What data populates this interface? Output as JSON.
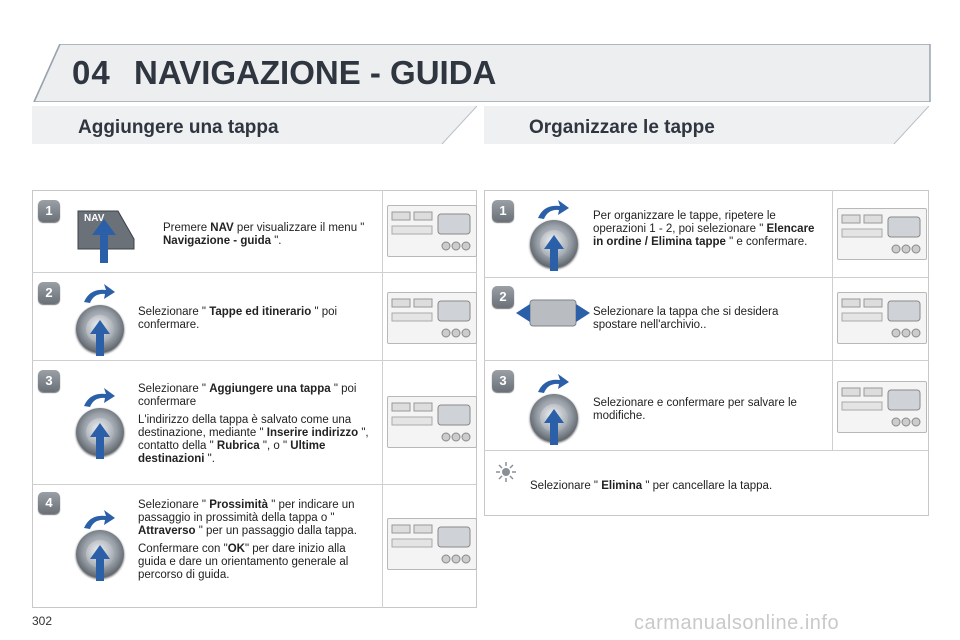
{
  "header": {
    "chapter_number": "04",
    "chapter_title": "NAVIGAZIONE - GUIDA"
  },
  "left": {
    "title": "Aggiungere una tappa",
    "steps": [
      {
        "number": "1",
        "button_label": "NAV",
        "text_html": "Premere <b>NAV</b> per visualizzare il menu \" <b>Navigazione - guida</b> \"."
      },
      {
        "number": "2",
        "text_html": "Selezionare \" <b>Tappe ed itinerario</b> \" poi confermare."
      },
      {
        "number": "3",
        "text_html": "<p>Selezionare \" <b>Aggiungere una tappa</b> \" poi confermare</p><p>L'indirizzo della tappa è salvato come una destinazione, mediante \" <b>Inserire indirizzo</b> \", contatto della \" <b>Rubrica</b> \", o \" <b>Ultime destinazioni</b> \".</p>"
      },
      {
        "number": "4",
        "text_html": "<p>Selezionare \" <b>Prossimità</b> \" per indicare un passaggio in prossimità della tappa o \" <b>Attraverso</b> \" per un passaggio dalla tappa.</p><p>Confermare con \"<b>OK</b>\" per dare inizio alla guida e dare un orientamento generale al percorso di guida.</p>"
      }
    ]
  },
  "right": {
    "title": "Organizzare le tappe",
    "steps": [
      {
        "number": "1",
        "text_html": "Per organizzare le tappe, ripetere le operazioni 1 - 2, poi selezionare \" <b>Elencare in ordine / Elimina tappe</b> \" e confermare."
      },
      {
        "number": "2",
        "text_html": "Selezionare la tappa che si desidera spostare nell'archivio.."
      },
      {
        "number": "3",
        "text_html": "Selezionare e confermare per salvare le modifiche."
      }
    ],
    "tip_html": "Selezionare \" <b>Elimina</b> \" per cancellare la tappa."
  },
  "page_number": "302",
  "watermark": "carmanualsonline.info",
  "colors": {
    "title": "#2f3640",
    "band": "#e6e8ea",
    "accent_arrow": "#2b5fa8"
  }
}
